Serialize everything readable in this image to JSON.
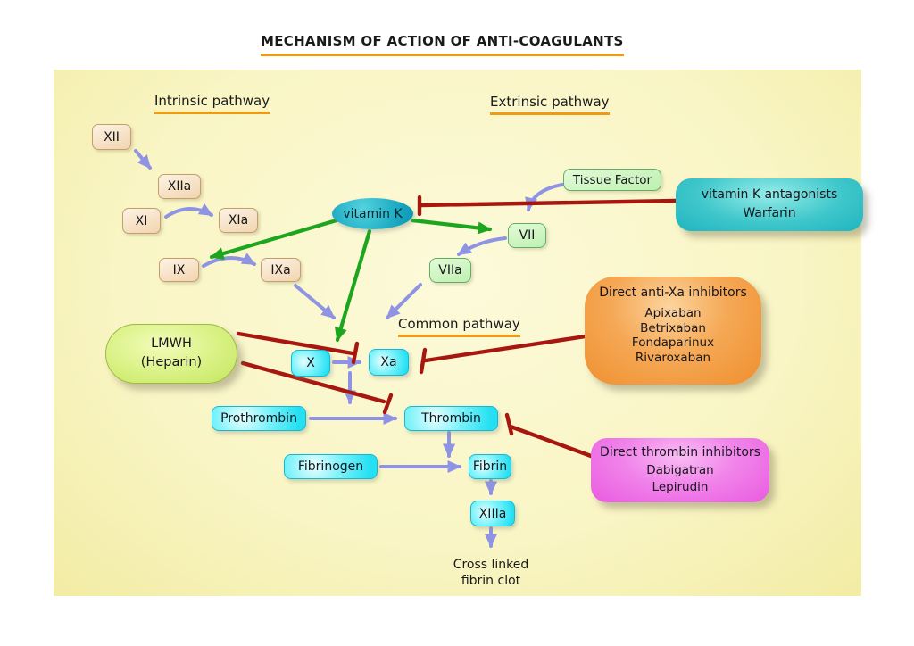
{
  "title": "MECHANISM OF ACTION OF ANTI-COAGULANTS",
  "sections": {
    "intrinsic": "Intrinsic pathway",
    "extrinsic": "Extrinsic pathway",
    "common": "Common pathway"
  },
  "nodes": {
    "xii": "XII",
    "xiia": "XIIa",
    "xi": "XI",
    "xia": "XIa",
    "ix": "IX",
    "ixa": "IXa",
    "vitamin_k": "vitamin K",
    "tissue_factor": "Tissue Factor",
    "vii": "VII",
    "viia": "VIIa",
    "x": "X",
    "xa": "Xa",
    "prothrombin": "Prothrombin",
    "thrombin": "Thrombin",
    "fibrinogen": "Fibrinogen",
    "fibrin": "Fibrin",
    "xiiia": "XIIIa",
    "clot_line1": "Cross linked",
    "clot_line2": "fibrin clot"
  },
  "drugs": {
    "vka": {
      "title": "vitamin K antagonists",
      "drug": "Warfarin"
    },
    "anti_xa": {
      "title": "Direct anti-Xa inhibitors",
      "items": [
        "Apixaban",
        "Betrixaban",
        "Fondaparinux",
        "Rivaroxaban"
      ]
    },
    "lmwh": {
      "name": "LMWH",
      "alt": "(Heparin)"
    },
    "dti": {
      "title": "Direct thrombin inhibitors",
      "items": [
        "Dabigatran",
        "Lepirudin"
      ]
    }
  },
  "edges": [
    {
      "from": "XII",
      "to": "XIIa",
      "type": "activation"
    },
    {
      "from": "XI",
      "to": "XIa",
      "type": "activation"
    },
    {
      "from": "IX",
      "to": "IXa",
      "type": "activation"
    },
    {
      "from": "IXa",
      "to": "X",
      "type": "activation"
    },
    {
      "from": "Tissue Factor",
      "to": "VII",
      "type": "activation"
    },
    {
      "from": "VII",
      "to": "VIIa",
      "type": "activation"
    },
    {
      "from": "VIIa",
      "to": "Xa",
      "type": "activation"
    },
    {
      "from": "vitamin K",
      "to": "IX",
      "type": "dependency"
    },
    {
      "from": "vitamin K",
      "to": "VII",
      "type": "dependency"
    },
    {
      "from": "vitamin K",
      "to": "X",
      "type": "dependency"
    },
    {
      "from": "X",
      "to": "Xa",
      "type": "activation"
    },
    {
      "from": "Xa",
      "to": "Prothrombin-Thrombin conversion",
      "type": "catalysis"
    },
    {
      "from": "Prothrombin",
      "to": "Thrombin",
      "type": "activation"
    },
    {
      "from": "Thrombin",
      "to": "Fibrinogen-Fibrin conversion",
      "type": "catalysis"
    },
    {
      "from": "Fibrinogen",
      "to": "Fibrin",
      "type": "activation"
    },
    {
      "from": "Fibrin",
      "to": "XIIIa",
      "type": "activation"
    },
    {
      "from": "XIIIa",
      "to": "Cross linked fibrin clot",
      "type": "activation"
    },
    {
      "from": "Warfarin",
      "to": "vitamin K",
      "type": "inhibition"
    },
    {
      "from": "LMWH (Heparin)",
      "to": "Xa",
      "type": "inhibition"
    },
    {
      "from": "LMWH (Heparin)",
      "to": "Thrombin",
      "type": "inhibition"
    },
    {
      "from": "Direct anti-Xa inhibitors",
      "to": "Xa",
      "type": "inhibition"
    },
    {
      "from": "Direct thrombin inhibitors",
      "to": "Thrombin",
      "type": "inhibition"
    }
  ],
  "colors": {
    "canvas_yellow": "#F9F5C4",
    "underline_orange": "#EF9A15",
    "arrow_blue": "#8F93E4",
    "arrow_green": "#1DA51D",
    "inhibitor_red": "#A8170F",
    "node_cyan": "#25E0F2",
    "node_peach": "#F3D6B3",
    "node_green": "#BEF0B0",
    "vitamin_k_teal": "#17A5BF",
    "warfarin_teal": "#3FC7CB",
    "anti_xa_orange": "#F5A855",
    "lmwh_green": "#D8F183",
    "dti_magenta": "#F184EA"
  }
}
